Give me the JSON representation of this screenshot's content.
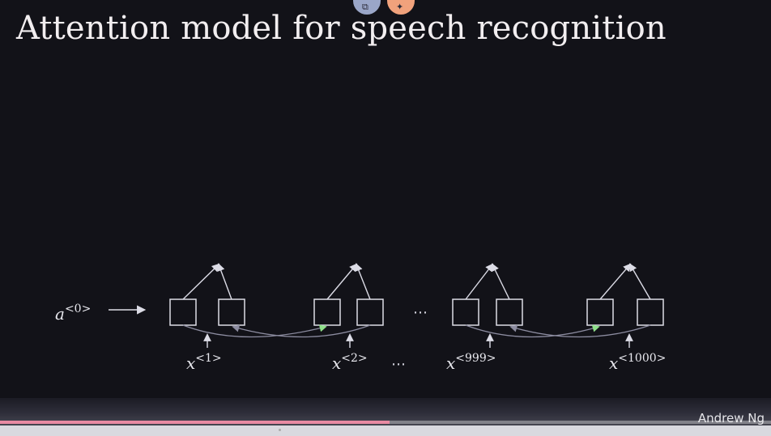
{
  "slide": {
    "title": "Attention model for speech recognition",
    "watermark": "Andrew Ng"
  },
  "toolbar": {
    "copy_icon": "copy-icon",
    "ai_icon": "sparkle-icon"
  },
  "diagram": {
    "initial_activation": {
      "base": "a",
      "sup": "<0>"
    },
    "inputs": [
      {
        "base": "x",
        "sup": "<1>"
      },
      {
        "base": "x",
        "sup": "<2>"
      },
      {
        "base": "x",
        "sup": "<999>"
      },
      {
        "base": "x",
        "sup": "<1000>"
      }
    ],
    "ellipsis": "⋯",
    "colors": {
      "stroke": "#dcdce6",
      "back_arrow": "#8c8ca0",
      "fwd_arrow": "#8fe08a"
    }
  },
  "player": {
    "progress": 0.505,
    "colors": {
      "fill": "#e88aa3"
    }
  }
}
